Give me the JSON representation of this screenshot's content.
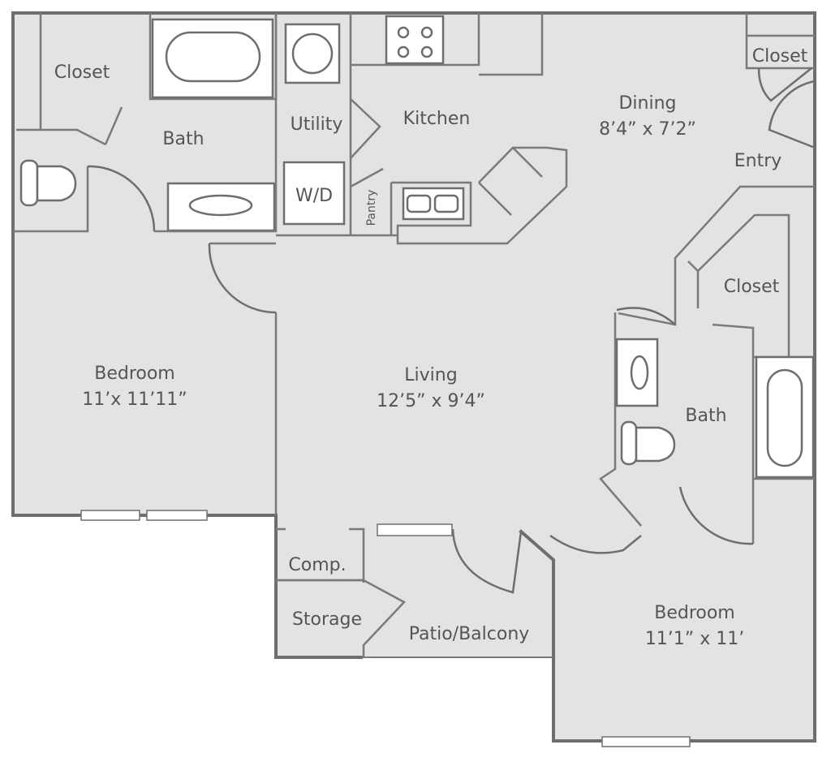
{
  "rooms": {
    "closet_nw": "Closet",
    "bath_nw": "Bath",
    "utility": "Utility",
    "kitchen": "Kitchen",
    "wd": "W/D",
    "pantry": "Pantry",
    "dining": {
      "name": "Dining",
      "size": "8’4” x 7’2”"
    },
    "closet_ne": "Closet",
    "entry": "Entry",
    "closet_e": "Closet",
    "bedroom_w": {
      "name": "Bedroom",
      "size": "11’x 11’11”"
    },
    "living": {
      "name": "Living",
      "size": "12’5” x 9’4”"
    },
    "bath_e": "Bath",
    "comp": "Comp.",
    "storage": "Storage",
    "patio": "Patio/Balcony",
    "bedroom_se": {
      "name": "Bedroom",
      "size": "11’1” x 11’"
    }
  },
  "colors": {
    "floor": "#e3e3e3",
    "wall": "#6e6e6e",
    "text": "#555555",
    "fixture": "#ffffff"
  }
}
